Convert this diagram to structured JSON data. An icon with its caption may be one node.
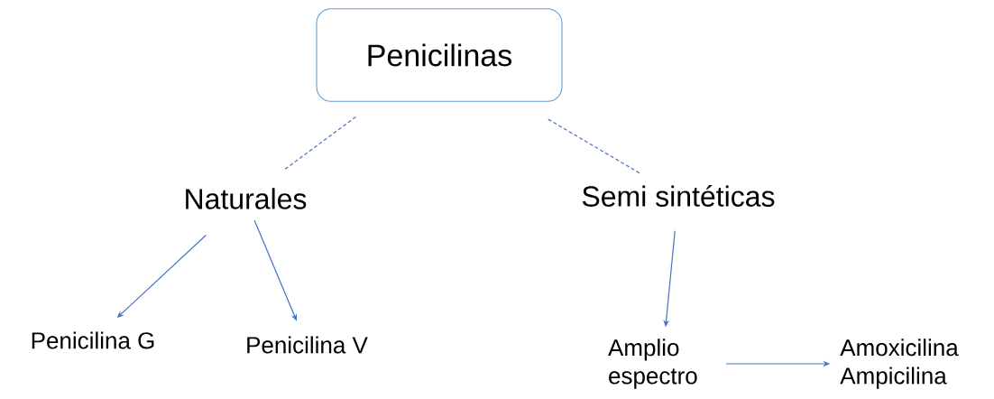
{
  "diagram": {
    "nodes": [
      {
        "text": [
          "Penicilinas"
        ]
      },
      {
        "text": [
          "Naturales"
        ]
      },
      {
        "text": [
          "Semi sintéticas"
        ]
      },
      {
        "text": [
          "Penicilina G"
        ]
      },
      {
        "text": [
          "Penicilina V"
        ]
      },
      {
        "text": [
          "Amplio espectro"
        ]
      },
      {
        "text": [
          "Amoxicilina",
          "Ampicilina"
        ]
      }
    ],
    "edges": [
      {
        "from": 0,
        "to": 1,
        "arrow": "none",
        "style": "dashed"
      },
      {
        "from": 0,
        "to": 2,
        "arrow": "none",
        "style": "dashed"
      },
      {
        "from": 1,
        "to": 3,
        "arrow": "to"
      },
      {
        "from": 1,
        "to": 4,
        "arrow": "to"
      },
      {
        "from": 2,
        "to": 5,
        "arrow": "to"
      },
      {
        "from": 5,
        "to": 6,
        "arrow": "to"
      }
    ]
  }
}
